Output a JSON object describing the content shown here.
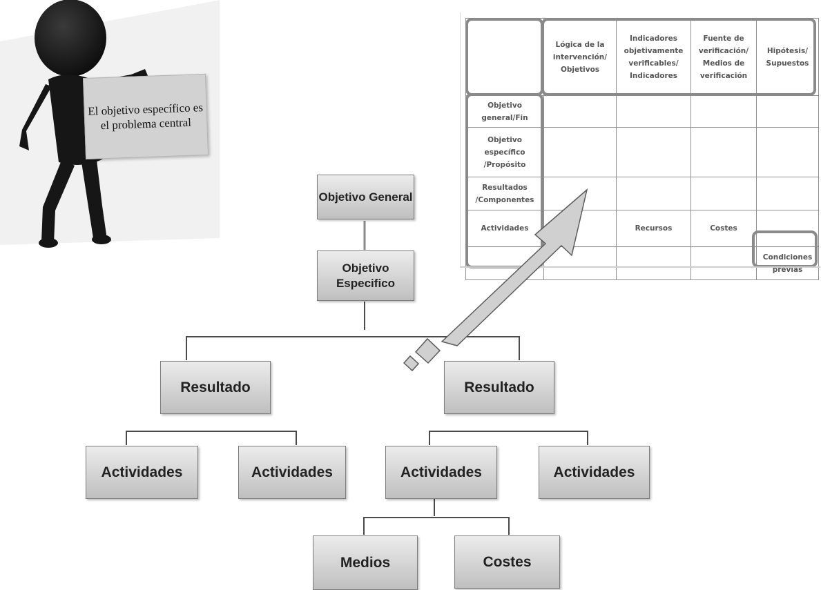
{
  "sign": {
    "text": "El objetivo específico es el problema central"
  },
  "matrix": {
    "headers": [
      "",
      "Lógica de la intervención/ Objetivos",
      "Indicadores objetivamente verificables/ Indicadores",
      "Fuente de verificación/ Medios de verificación",
      "Hipótesis/ Supuestos"
    ],
    "rows": [
      [
        "Objetivo general/Fin",
        "",
        "",
        "",
        ""
      ],
      [
        "Objetivo específico /Propósito",
        "",
        "",
        "",
        ""
      ],
      [
        "Resultados /Componentes",
        "",
        "",
        "",
        ""
      ],
      [
        "Actividades",
        "",
        "Recursos",
        "Costes",
        ""
      ],
      [
        "",
        "",
        "",
        "",
        "Condiciones previas"
      ]
    ]
  },
  "tree": {
    "objetivo_general": "Objetivo General",
    "objetivo_especifico": "Objetivo Especifico",
    "resultado_left": "Resultado",
    "resultado_right": "Resultado",
    "actividades_1": "Actividades",
    "actividades_2": "Actividades",
    "actividades_3": "Actividades",
    "actividades_4": "Actividades",
    "medios": "Medios",
    "costes": "Costes"
  },
  "colors": {
    "box_top": "#ececec",
    "box_bottom": "#bfbfbf",
    "line": "#4a4a4a",
    "arrow_fill": "#cfcfcf",
    "figure": "#1a1a1a"
  }
}
